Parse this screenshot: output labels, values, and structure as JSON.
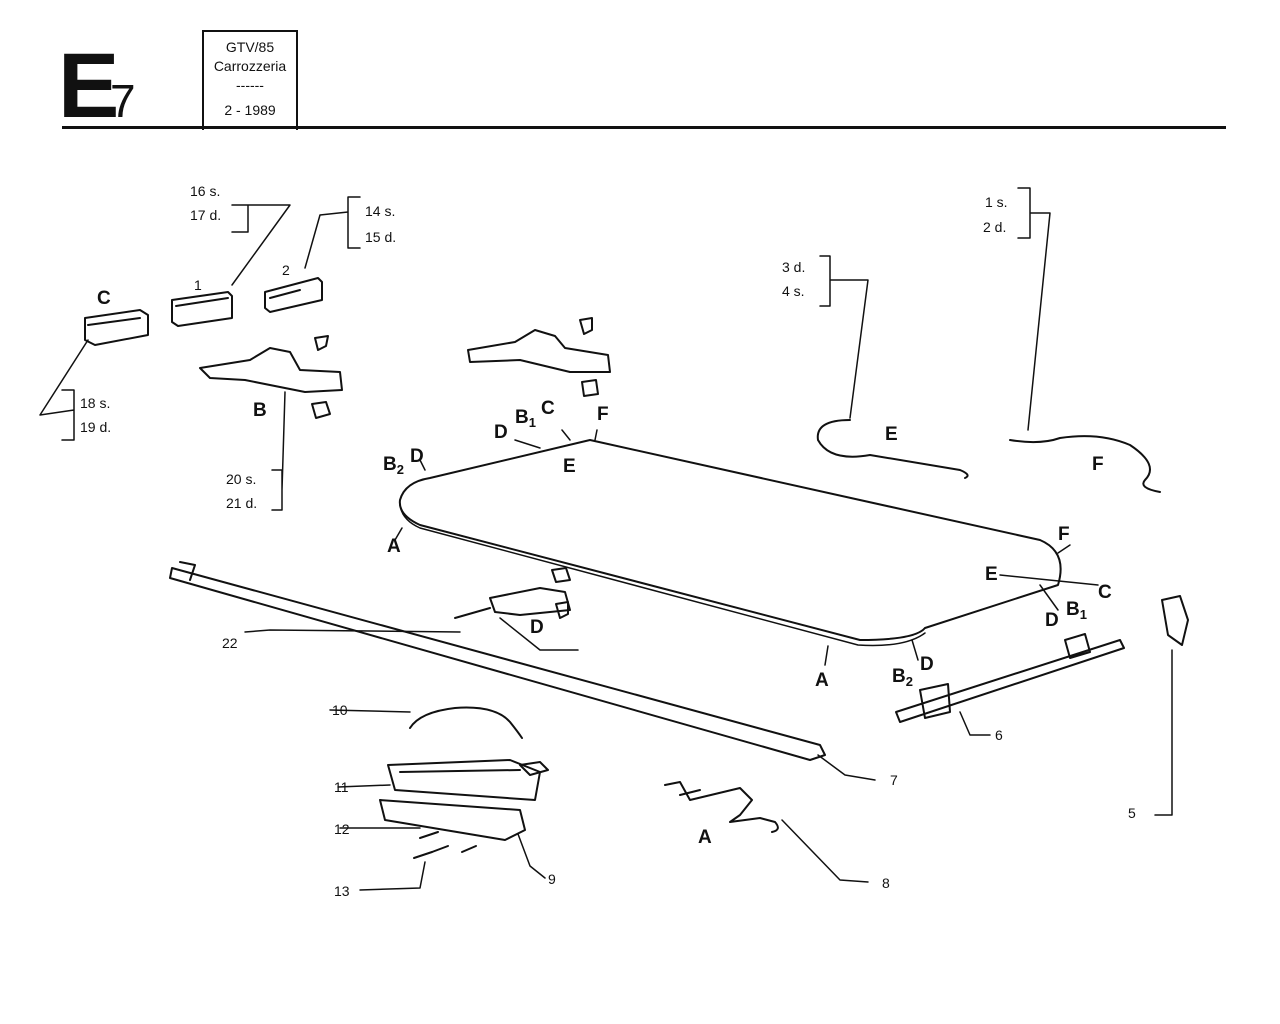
{
  "header": {
    "section_letter": "E",
    "section_number": "7",
    "model": "GTV/85",
    "group": "Carrozzeria",
    "divider": "------",
    "date": "2 - 1989"
  },
  "labels": {
    "p1": "1",
    "p2": "2",
    "p5": "5",
    "p6": "6",
    "p7": "7",
    "p8": "8",
    "p9": "9",
    "p10": "10",
    "p11": "11",
    "p12": "12",
    "p13": "13",
    "p22": "22",
    "ref_16": "16 s.",
    "ref_17": "17 d.",
    "ref_14": "14 s.",
    "ref_15": "15 d.",
    "ref_18": "18 s.",
    "ref_19": "19 d.",
    "ref_20": "20 s.",
    "ref_21": "21 d.",
    "ref_3": "3 d.",
    "ref_4": "4 s.",
    "ref_1": "1 s.",
    "ref_2": "2 d.",
    "A": "A",
    "B": "B",
    "C": "C",
    "D": "D",
    "E": "E",
    "F": "F",
    "B1": "B",
    "B2": "B",
    "sub1": "1",
    "sub2": "2"
  }
}
